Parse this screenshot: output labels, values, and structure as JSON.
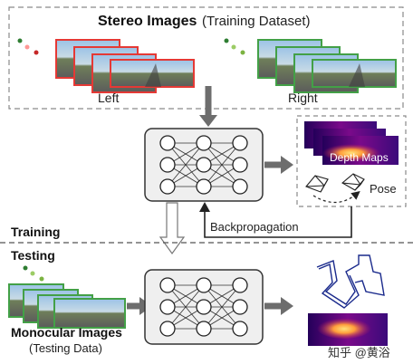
{
  "top_box": {
    "title_bold": "Stereo Images",
    "title_rest": "(Training Dataset)",
    "left_label": "Left",
    "right_label": "Right"
  },
  "outputs": {
    "depth_label": "Depth Maps",
    "pose_label": "Pose"
  },
  "feedback": {
    "label": "Backpropagation"
  },
  "phases": {
    "training": "Training",
    "testing": "Testing"
  },
  "bottom": {
    "input_title": "Monocular Images",
    "input_subtitle": "(Testing Data)"
  },
  "watermark": "知乎 @黄浴",
  "colors": {
    "dots_left": [
      "#2e7d32",
      "#ff9896",
      "#c62828"
    ],
    "dots_right": [
      "#2e7d32",
      "#9ccc65",
      "#7cb342"
    ],
    "frame_left": "#e53935",
    "frame_right": "#43a047",
    "frame_mono": "#43a047",
    "arrow_gray": "#6d6d6d",
    "network_fill": "#efefef",
    "depth_purple": "#2a0a5e",
    "depth_yellow": "#f7c948"
  },
  "icons": [
    "camera-frustum-icon",
    "camera-frustum-icon"
  ]
}
